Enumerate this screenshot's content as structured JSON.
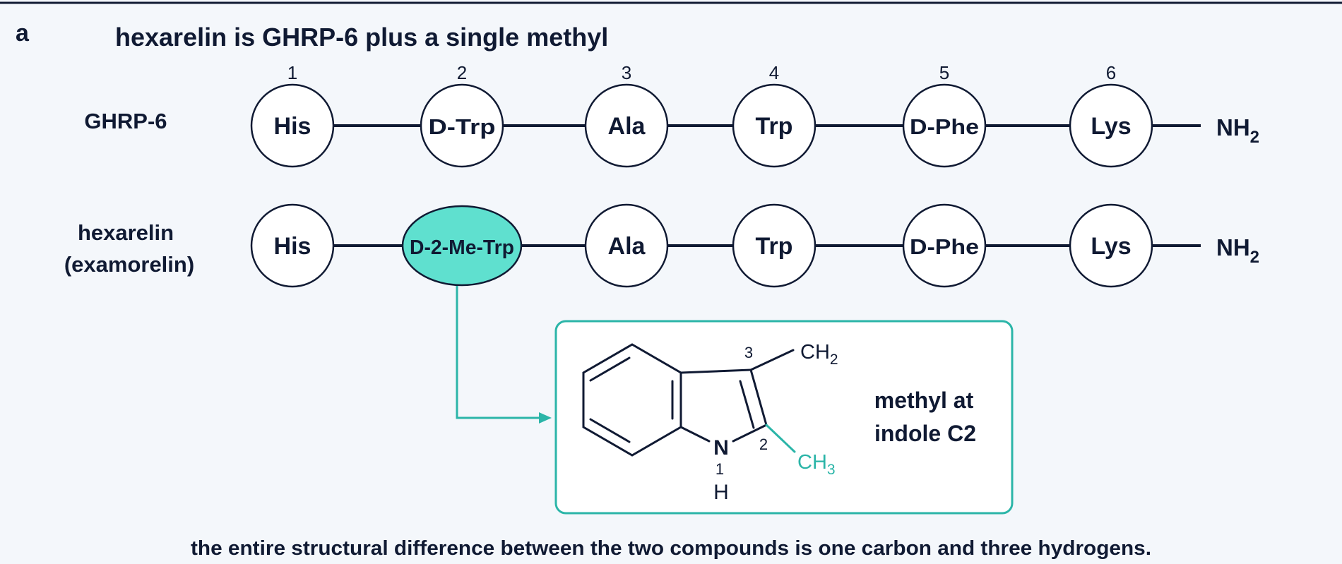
{
  "panel_letter": "a",
  "title": "hexarelin is GHRP-6 plus a single methyl",
  "positions": [
    "1",
    "2",
    "3",
    "4",
    "5",
    "6"
  ],
  "rows": [
    {
      "label_lines": [
        "GHRP-6"
      ],
      "residues": [
        {
          "name": "His",
          "highlight": false
        },
        {
          "name": "D-Trp",
          "highlight": false
        },
        {
          "name": "Ala",
          "highlight": false
        },
        {
          "name": "Trp",
          "highlight": false
        },
        {
          "name": "D-Phe",
          "highlight": false
        },
        {
          "name": "Lys",
          "highlight": false
        }
      ],
      "terminus": {
        "base": "NH",
        "sub": "2"
      }
    },
    {
      "label_lines": [
        "hexarelin",
        "(examorelin)"
      ],
      "residues": [
        {
          "name": "His",
          "highlight": false
        },
        {
          "name": "D-2-Me-Trp",
          "highlight": true
        },
        {
          "name": "Ala",
          "highlight": false
        },
        {
          "name": "Trp",
          "highlight": false
        },
        {
          "name": "D-Phe",
          "highlight": false
        },
        {
          "name": "Lys",
          "highlight": false
        }
      ],
      "terminus": {
        "base": "NH",
        "sub": "2"
      }
    }
  ],
  "structure": {
    "ch2": {
      "base": "CH",
      "sub": "2"
    },
    "ch3": {
      "base": "CH",
      "sub": "3"
    },
    "n": "N",
    "h": "H",
    "num_1": "1",
    "num_2": "2",
    "num_3": "3"
  },
  "callout_lines": [
    "methyl at",
    "indole C2"
  ],
  "footer": "the entire structural difference between the two compounds is one carbon and three hydrogens.",
  "colors": {
    "ink": "#101a33",
    "accent": "#2bb5a8",
    "accent_fill": "#5fe0cf",
    "background": "#f4f7fb"
  }
}
